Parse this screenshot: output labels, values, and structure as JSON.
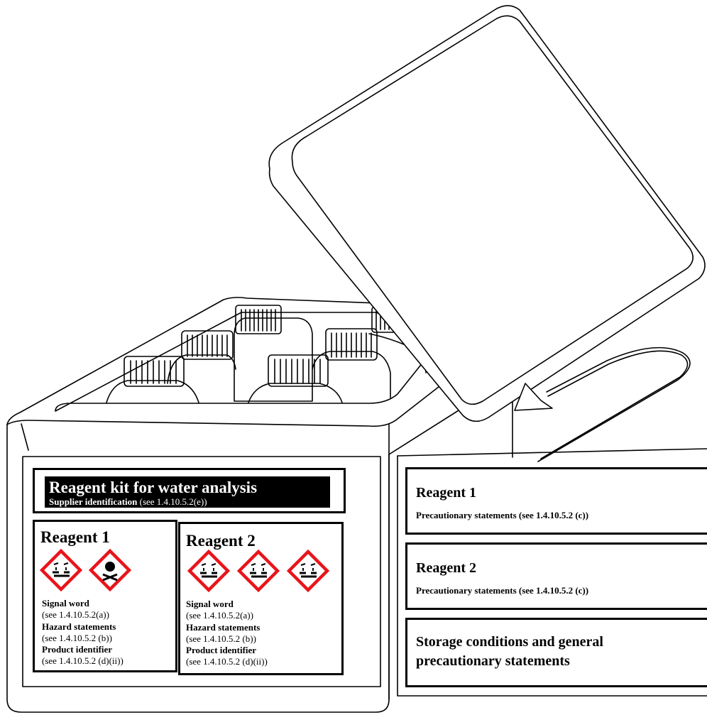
{
  "front_label": {
    "kit_title": "Reagent kit for water analysis",
    "supplier_bold": "Supplier identification",
    "supplier_ref": " (see 1.4.10.5.2(e))"
  },
  "reagent1": {
    "title": "Reagent 1",
    "signal_word": "Signal word",
    "signal_ref": "(see 1.4.10.5.2(a))",
    "hazard": "Hazard statements",
    "hazard_ref": "(see 1.4.10.5.2 (b))",
    "product": "Product identifier",
    "product_ref": "(see 1.4.10.5.2 (d)(ii))",
    "pictograms": [
      "corrosion-pictogram",
      "skull-crossbones-pictogram"
    ]
  },
  "reagent2": {
    "title": "Reagent 2",
    "signal_word": "Signal word",
    "signal_ref": "(see 1.4.10.5.2(a))",
    "hazard": "Hazard statements",
    "hazard_ref": "(see 1.4.10.5.2 (b))",
    "product": "Product identifier",
    "product_ref": "(see 1.4.10.5.2 (d)(ii))",
    "pictograms": [
      "corrosion-pictogram",
      "corrosion-pictogram",
      "corrosion-pictogram"
    ]
  },
  "lid_label": {
    "reagent1_title": "Reagent 1",
    "reagent1_statements": "Precautionary statements (see 1.4.10.5.2 (c))",
    "reagent2_title": "Reagent 2",
    "reagent2_statements": "Precautionary statements (see 1.4.10.5.2 (c))",
    "storage_line1": "Storage conditions and general",
    "storage_line2": "precautionary statements"
  },
  "colors": {
    "pictogram_border": "#e8141b",
    "outline": "#000000",
    "background": "#ffffff"
  }
}
